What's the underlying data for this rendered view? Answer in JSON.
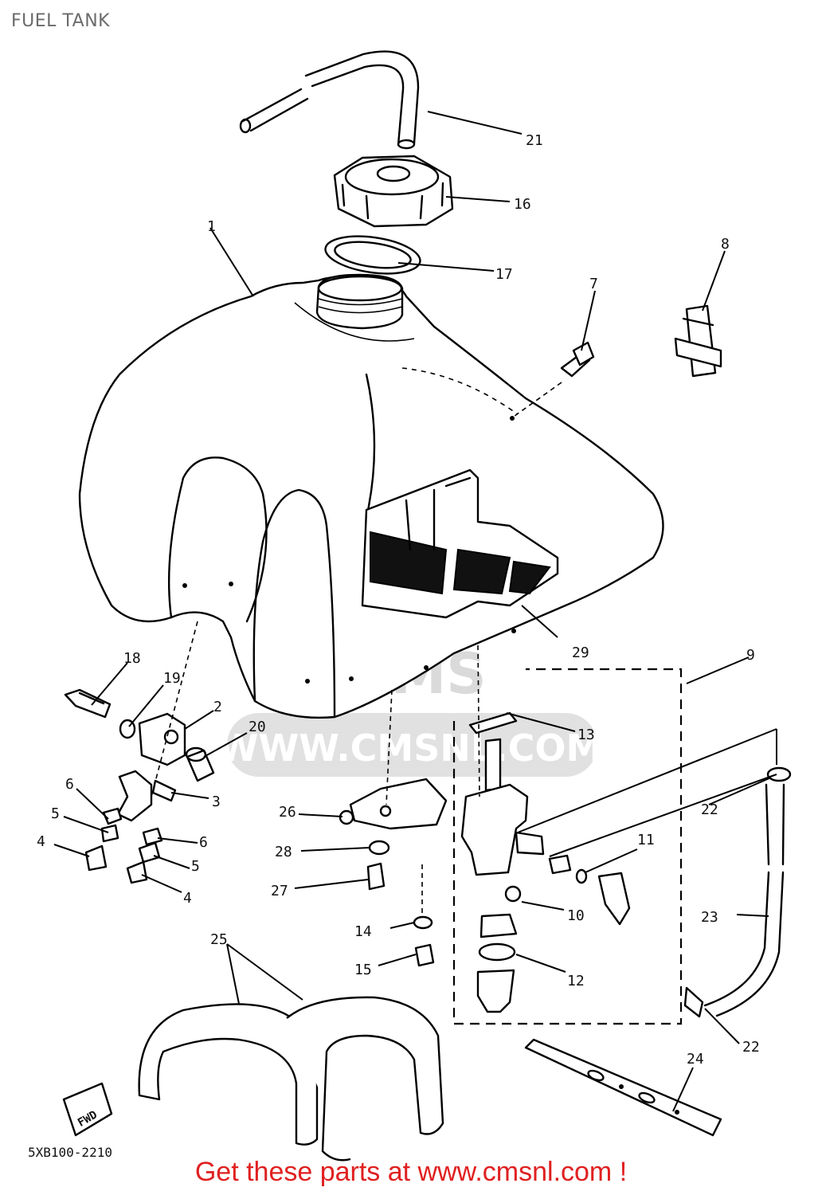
{
  "header": {
    "title": "FUEL TANK"
  },
  "diagram_code": "5XB100-2210",
  "fwd_label": "FWD",
  "watermark": {
    "brand": "CMS",
    "url": "WWW.CMSNL.COM"
  },
  "callouts": [
    "1",
    "2",
    "3",
    "4",
    "4",
    "5",
    "5",
    "6",
    "6",
    "7",
    "8",
    "9",
    "10",
    "11",
    "12",
    "13",
    "14",
    "15",
    "16",
    "17",
    "18",
    "19",
    "20",
    "21",
    "22",
    "22",
    "23",
    "24",
    "25",
    "26",
    "27",
    "28",
    "29"
  ],
  "parts": {
    "c1": "1",
    "c2": "2",
    "c3": "3",
    "c4a": "4",
    "c4b": "4",
    "c5a": "5",
    "c5b": "5",
    "c6a": "6",
    "c6b": "6",
    "c7": "7",
    "c8": "8",
    "c9": "9",
    "c10": "10",
    "c11": "11",
    "c12": "12",
    "c13": "13",
    "c14": "14",
    "c15": "15",
    "c16": "16",
    "c17": "17",
    "c18": "18",
    "c19": "19",
    "c20": "20",
    "c21": "21",
    "c22a": "22",
    "c22b": "22",
    "c23": "23",
    "c24": "24",
    "c25": "25",
    "c26": "26",
    "c27": "27",
    "c28": "28",
    "c29": "29"
  },
  "footer": {
    "cta": "Get these parts at www.cmsnl.com !"
  }
}
